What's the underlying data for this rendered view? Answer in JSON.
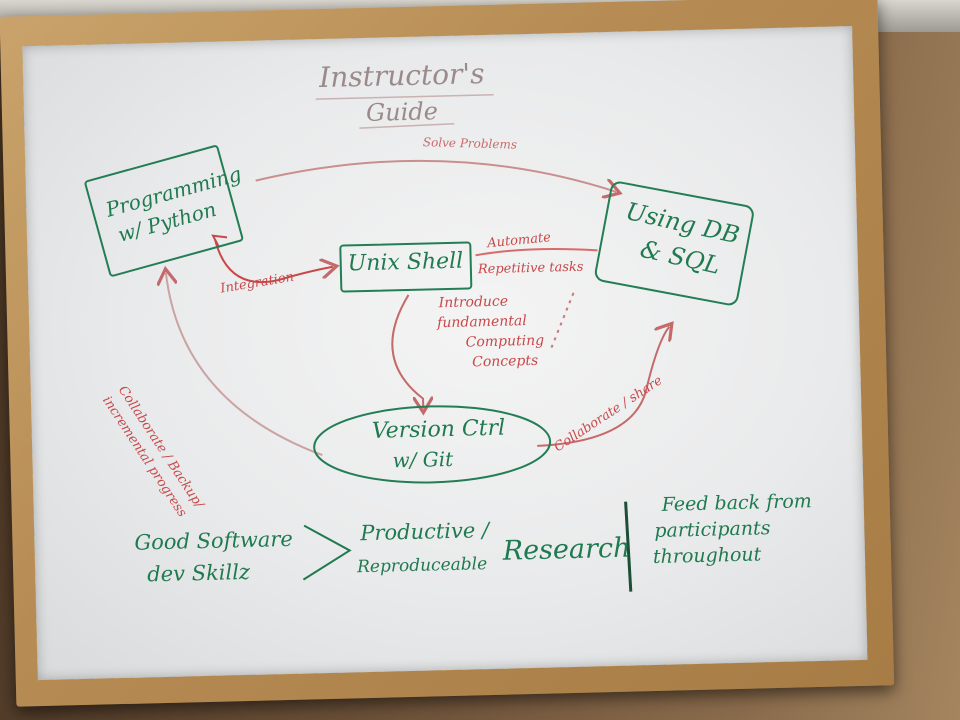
{
  "title": {
    "line1": "Instructor's",
    "line2": "Guide"
  },
  "nodes": {
    "python": {
      "line1": "Programming",
      "line2": "w/ Python"
    },
    "shell": {
      "label": "Unix Shell"
    },
    "db": {
      "line1": "Using DB",
      "line2": "& SQL"
    },
    "git": {
      "line1": "Version Ctrl",
      "line2": "w/ Git"
    }
  },
  "edges": {
    "solve_problems": "Solve Problems",
    "integration": "Integration",
    "automate": "Automate",
    "repetitive_tasks": "Repetitive tasks",
    "introduce": {
      "line1": "Introduce",
      "line2": "fundamental",
      "line3": "Computing",
      "line4": "Concepts"
    },
    "collaborate_backup": {
      "line1": "Collaborate / Backup/",
      "line2": "incremental progress"
    },
    "collaborate_share": "Collaborate / share"
  },
  "footer": {
    "skills": {
      "line1": "Good Software",
      "line2": "dev Skillz"
    },
    "productive": {
      "line1": "Productive /",
      "line2": "Reproduceable"
    },
    "research": "Research",
    "feedback": {
      "line1": "Feed back from",
      "line2": "participants",
      "line3": "throughout"
    }
  },
  "colors": {
    "green_marker": "#1f7a4f",
    "red_marker": "#c8484a",
    "board": "#ececec",
    "frame": "#b68c54"
  }
}
